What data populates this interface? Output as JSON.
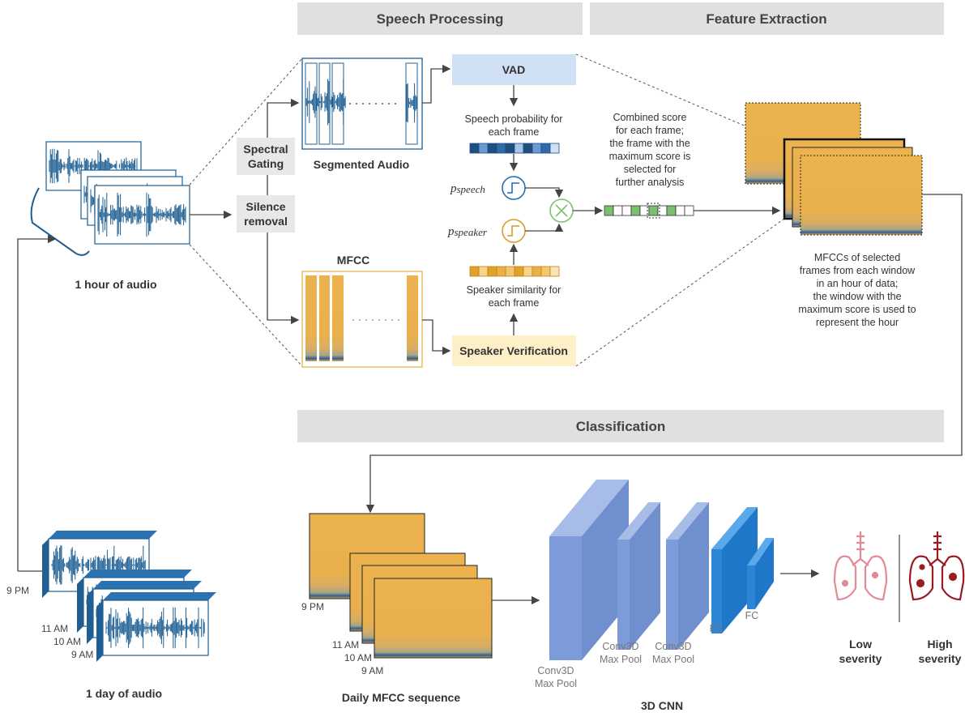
{
  "headers": {
    "speech_processing": "Speech Processing",
    "feature_extraction": "Feature Extraction",
    "classification": "Classification"
  },
  "input": {
    "hour_label": "1 hour of audio",
    "day_label": "1 day of audio",
    "times": [
      "9 PM",
      "11 AM",
      "10 AM",
      "9 AM"
    ]
  },
  "preprocessing": {
    "spectral_gating": [
      "Spectral",
      "Gating"
    ],
    "silence_removal": [
      "Silence",
      "removal"
    ]
  },
  "speech": {
    "segmented_audio": "Segmented Audio",
    "mfcc": "MFCC",
    "vad": "VAD",
    "speaker_verification": "Speaker Verification",
    "speech_prob": [
      "Speech probability for",
      "each frame"
    ],
    "speaker_sim": [
      "Speaker similarity for",
      "each frame"
    ],
    "p_speech": "p",
    "p_speech_sub": "speech",
    "p_speaker": "p",
    "p_speaker_sub": "speaker"
  },
  "feature": {
    "combined_score": [
      "Combined score",
      "for each frame;",
      "the frame with the",
      "maximum score is",
      "selected for",
      "further analysis"
    ],
    "mfccs_selected": [
      "MFCCs of selected",
      "frames from each window",
      "in an hour of data;",
      "the window with the",
      "maximum score is used to",
      "represent the hour"
    ]
  },
  "classification": {
    "daily_mfcc": "Daily MFCC sequence",
    "layers": [
      [
        "Conv3D",
        "Max Pool"
      ],
      [
        "Conv3D",
        "Max Pool"
      ],
      [
        "Conv3D",
        "Max Pool"
      ],
      [
        "FC"
      ],
      [
        "FC"
      ]
    ],
    "cnn_label": "3D CNN",
    "low_severity": [
      "Low",
      "severity"
    ],
    "high_severity": [
      "High",
      "severity"
    ]
  },
  "colors": {
    "header_bg": "#e0e0e0",
    "waveform": "#1f5f93",
    "mfcc": "#e9b04d",
    "vad_bg": "#cfdff4",
    "speaker_bg": "#fdefc7",
    "cnn": "#7d9bd8",
    "fc": "#2b86d6",
    "low": "#e38a95",
    "high": "#9a1b22"
  }
}
